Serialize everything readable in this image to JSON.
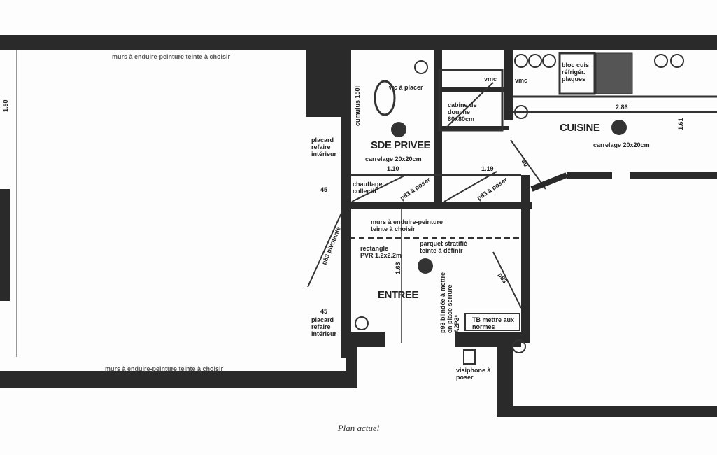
{
  "caption": "Plan actuel",
  "rooms": {
    "sde": {
      "name": "SDE PRIVEE",
      "floor": "carrelage 20x20cm",
      "wc": "wc à placer",
      "shower": "cabine de douche 80x80cm",
      "heating": "chauffage collectif",
      "dim_width_1": "1.10",
      "dim_width_2": "1.19",
      "door_1": "p83 à poser",
      "door_2": "p83 à poser",
      "dim_80": "80",
      "vmc": "vmc",
      "water_heater": "cumulus 150l"
    },
    "cuisine": {
      "name": "CUISINE",
      "floor": "carrelage 20x20cm",
      "dim_length": "2.86",
      "dim_depth": "1.61",
      "vmc": "vmc",
      "block": "bloc cuis réfrigér. plaques"
    },
    "entree": {
      "name": "ENTREE",
      "walls": "murs à enduire-peinture teinte à choisir",
      "floor": "parquet stratifié teinte à définir",
      "frame": "rectangle PVR 1.2x2.2m",
      "dim_depth": "1.63",
      "front_door": "p93 blindée à mettre en place serrure A2P3*",
      "door": "p83",
      "door_pivot": "p83 pivotante",
      "panel": "TB mettre aux normes",
      "intercom": "visiphone à poser"
    },
    "sejour": {
      "walls_top": "murs à enduire-peinture teinte à choisir",
      "walls_bottom": "murs à enduire-peinture teinte à choisir",
      "dim_left": "1.50"
    },
    "placards": [
      {
        "label": "placard refaire intérieur",
        "dim": "45"
      },
      {
        "label": "placard refaire intérieur",
        "dim": "45"
      }
    ]
  },
  "colors": {
    "wall": "#2a2a2a",
    "paper": "#fdfdfd",
    "text": "#222222"
  }
}
